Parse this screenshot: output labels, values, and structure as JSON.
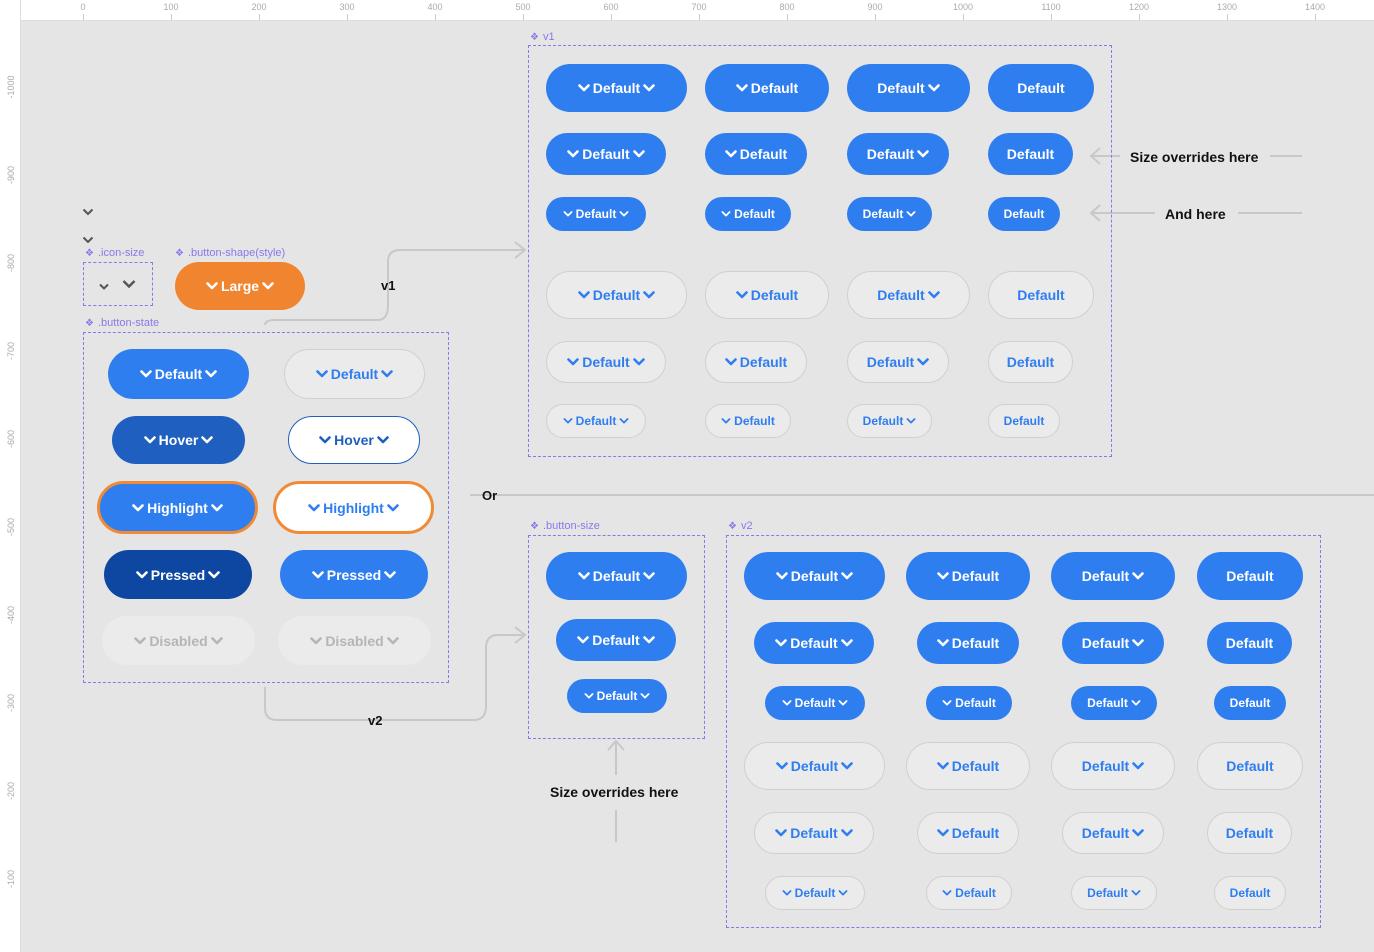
{
  "ruler": {
    "x_ticks": [
      "0",
      "100",
      "200",
      "300",
      "400",
      "500",
      "600",
      "700",
      "800",
      "900",
      "1000",
      "1100",
      "1200",
      "1300",
      "1400"
    ],
    "y_ticks": [
      "-1000",
      "-900",
      "-800",
      "-700",
      "-600",
      "-500",
      "-400",
      "-300",
      "-200",
      "-100"
    ]
  },
  "colors": {
    "primary": "#2f7ef0",
    "hover": "#1f5fbf",
    "pressed": "#0d47a1",
    "highlight_border": "#f08a35",
    "large_orange": "#f0842f",
    "frame_dashed": "#8a78e8",
    "canvas": "#e5e5e5",
    "disabled_bg": "#ebebeb",
    "disabled_text": "#b5b5b5"
  },
  "frames": {
    "icon_size": ".icon-size",
    "button_shape": ".button-shape(style)",
    "button_state": ".button-state",
    "v1": "v1",
    "button_size": ".button-size",
    "v2": "v2"
  },
  "shape_button": {
    "label": "Large"
  },
  "state_buttons": {
    "solid": [
      "Default",
      "Hover",
      "Highlight",
      "Pressed",
      "Disabled"
    ],
    "outline": [
      "Default",
      "Hover",
      "Highlight",
      "Pressed",
      "Disabled"
    ]
  },
  "grid_label": "Default",
  "size_button_label": "Default",
  "annotations": {
    "v1_connector": "v1",
    "v2_connector": "v2",
    "or": "Or",
    "size_overrides_v1": "Size overrides here",
    "and_here": "And here",
    "size_overrides_size_frame": "Size overrides here"
  }
}
